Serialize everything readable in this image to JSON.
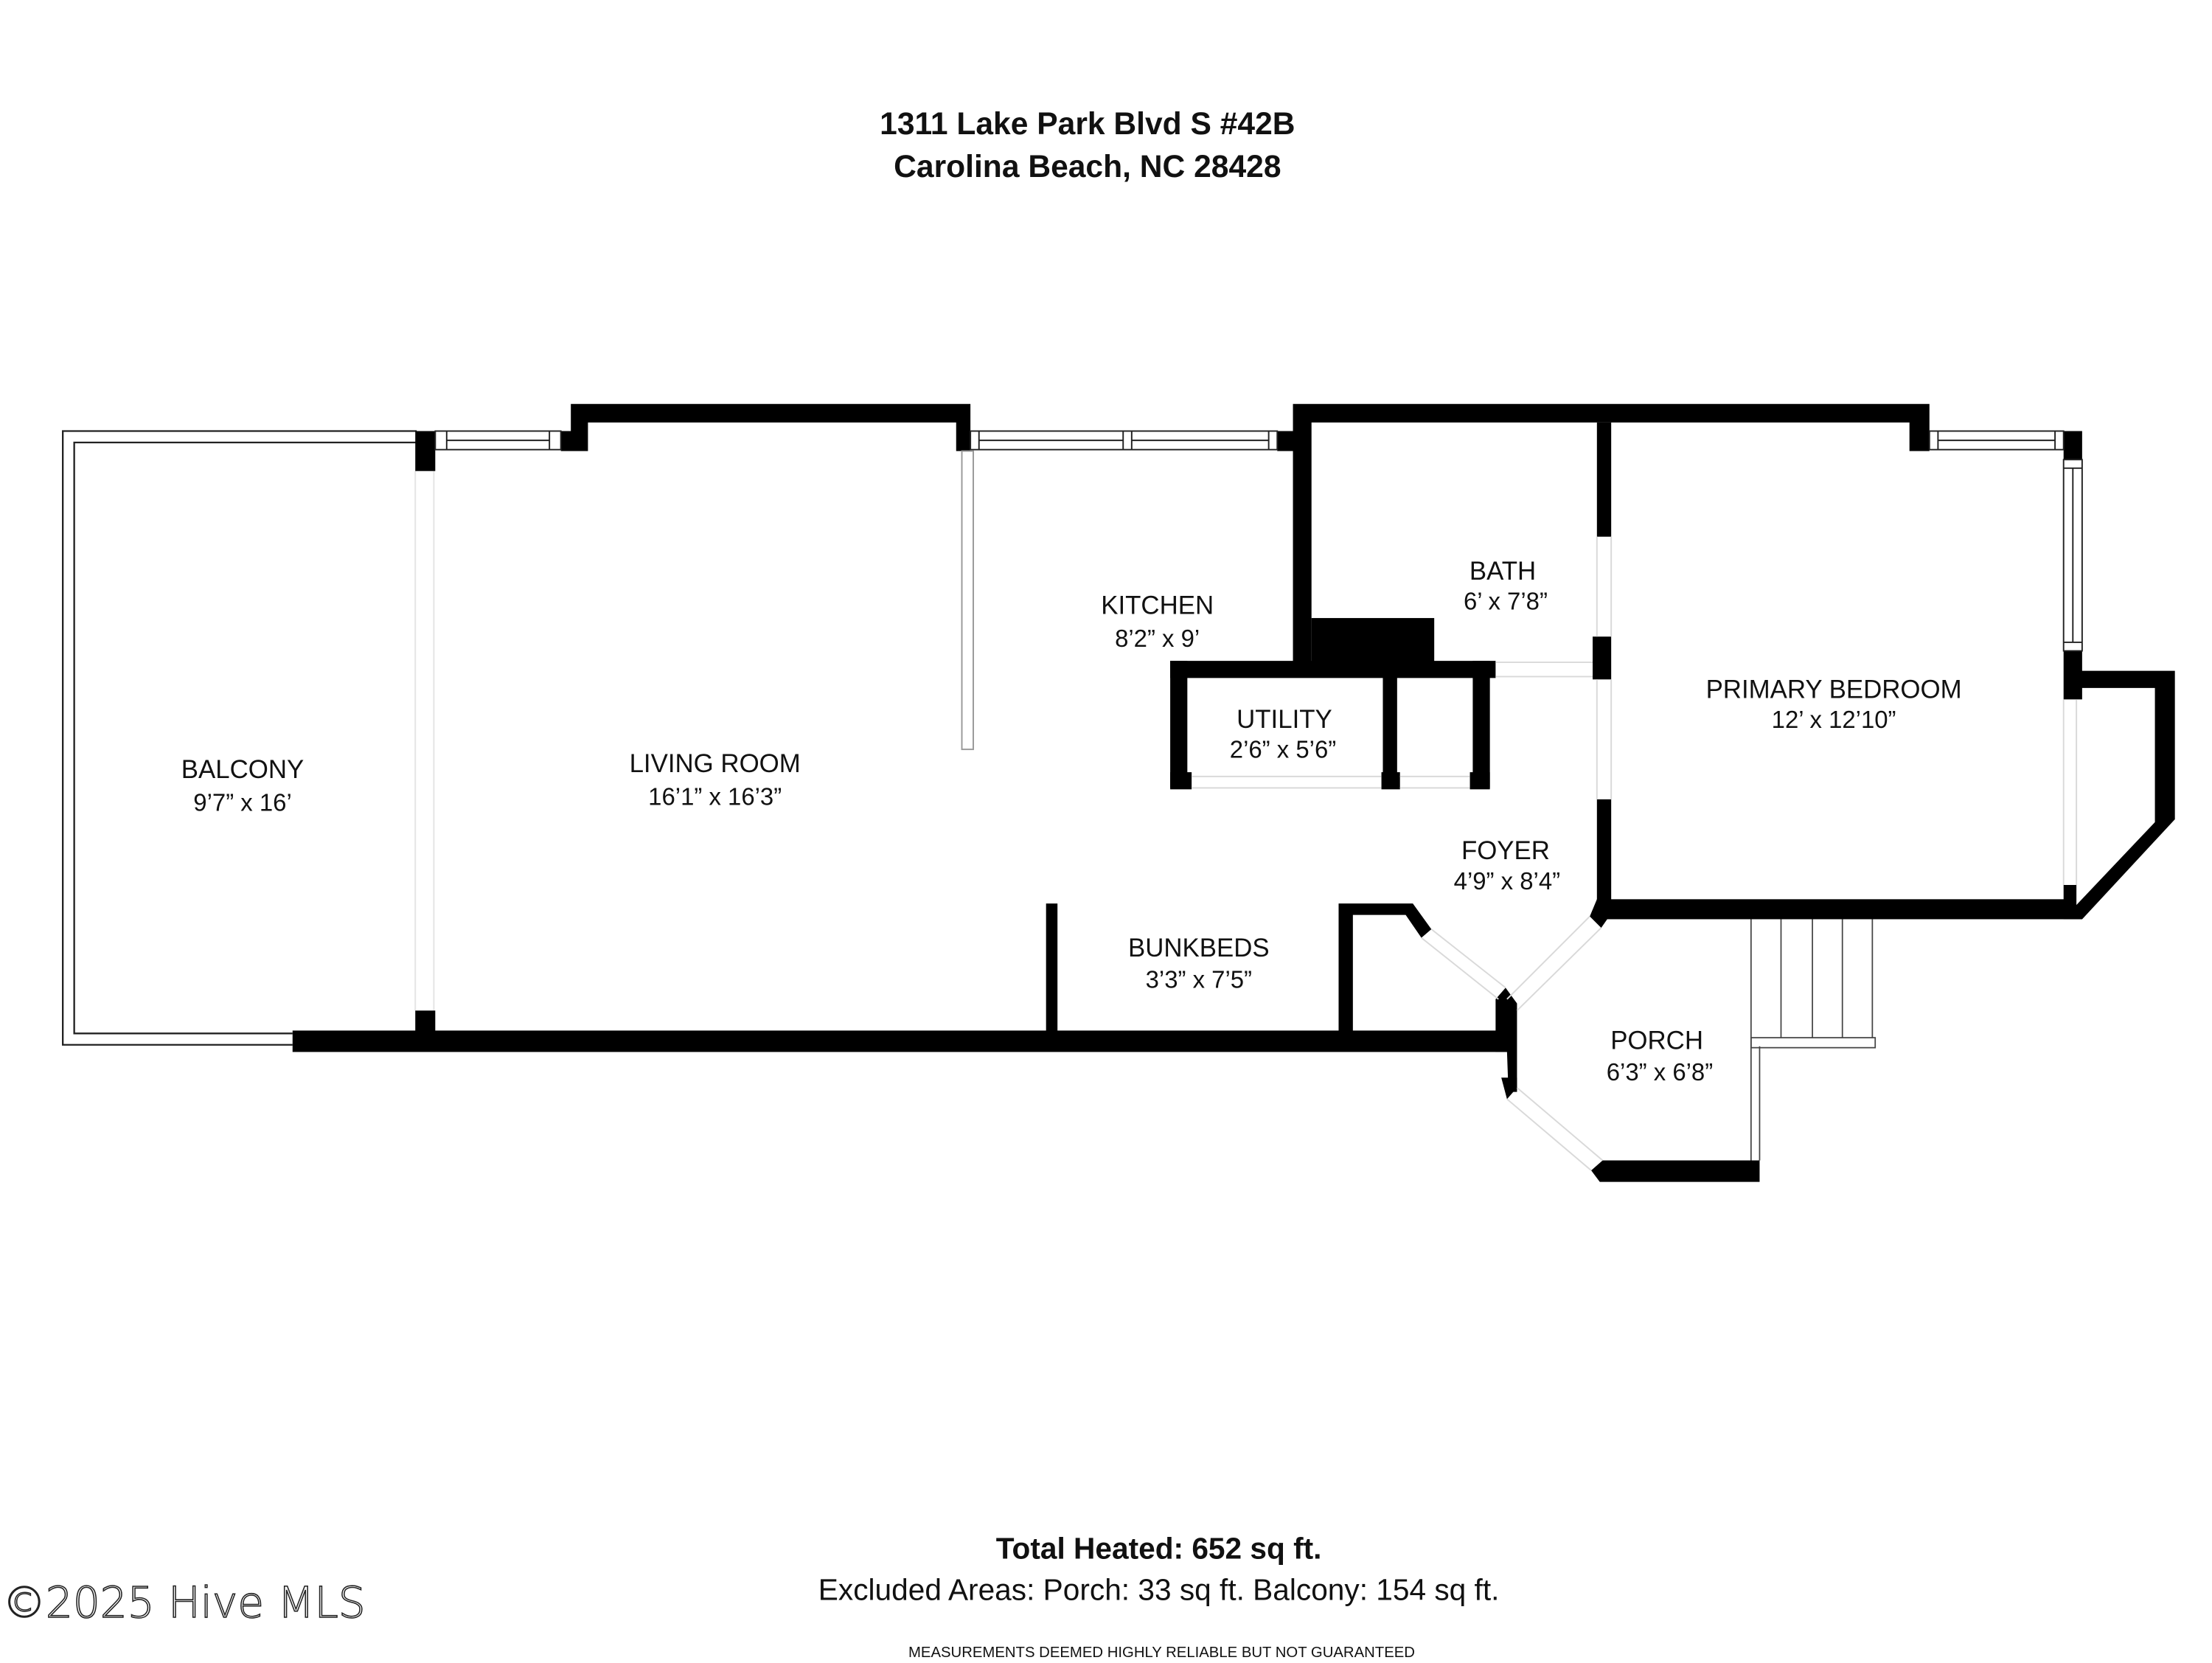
{
  "header": {
    "address_line1": "1311 Lake Park Blvd S #42B",
    "address_line2": "Carolina Beach, NC 28428"
  },
  "rooms": [
    {
      "name": "BALCONY",
      "dimensions": "9’7” x 16’"
    },
    {
      "name": "LIVING ROOM",
      "dimensions": "16’1” x 16’3”"
    },
    {
      "name": "KITCHEN",
      "dimensions": "8’2” x 9’"
    },
    {
      "name": "BATH",
      "dimensions": "6’ x 7’8”"
    },
    {
      "name": "UTILITY",
      "dimensions": "2’6” x 5’6”"
    },
    {
      "name": "PRIMARY BEDROOM",
      "dimensions": "12’ x 12’10”"
    },
    {
      "name": "FOYER",
      "dimensions": "4’9” x 8’4”"
    },
    {
      "name": "BUNKBEDS",
      "dimensions": "3’3” x 7’5”"
    },
    {
      "name": "PORCH",
      "dimensions": "6’3” x 6’8”"
    }
  ],
  "footer": {
    "total_heated": "Total Heated: 652 sq ft.",
    "excluded_areas": "Excluded Areas: Porch: 33 sq ft. Balcony: 154 sq ft.",
    "disclaimer": "MEASUREMENTS DEEMED HIGHLY RELIABLE BUT NOT GUARANTEED"
  },
  "watermark": "©2025 Hive MLS",
  "colors": {
    "wall": "#000000",
    "background": "#ffffff",
    "text": "#111111",
    "opening": "#dddddd"
  }
}
